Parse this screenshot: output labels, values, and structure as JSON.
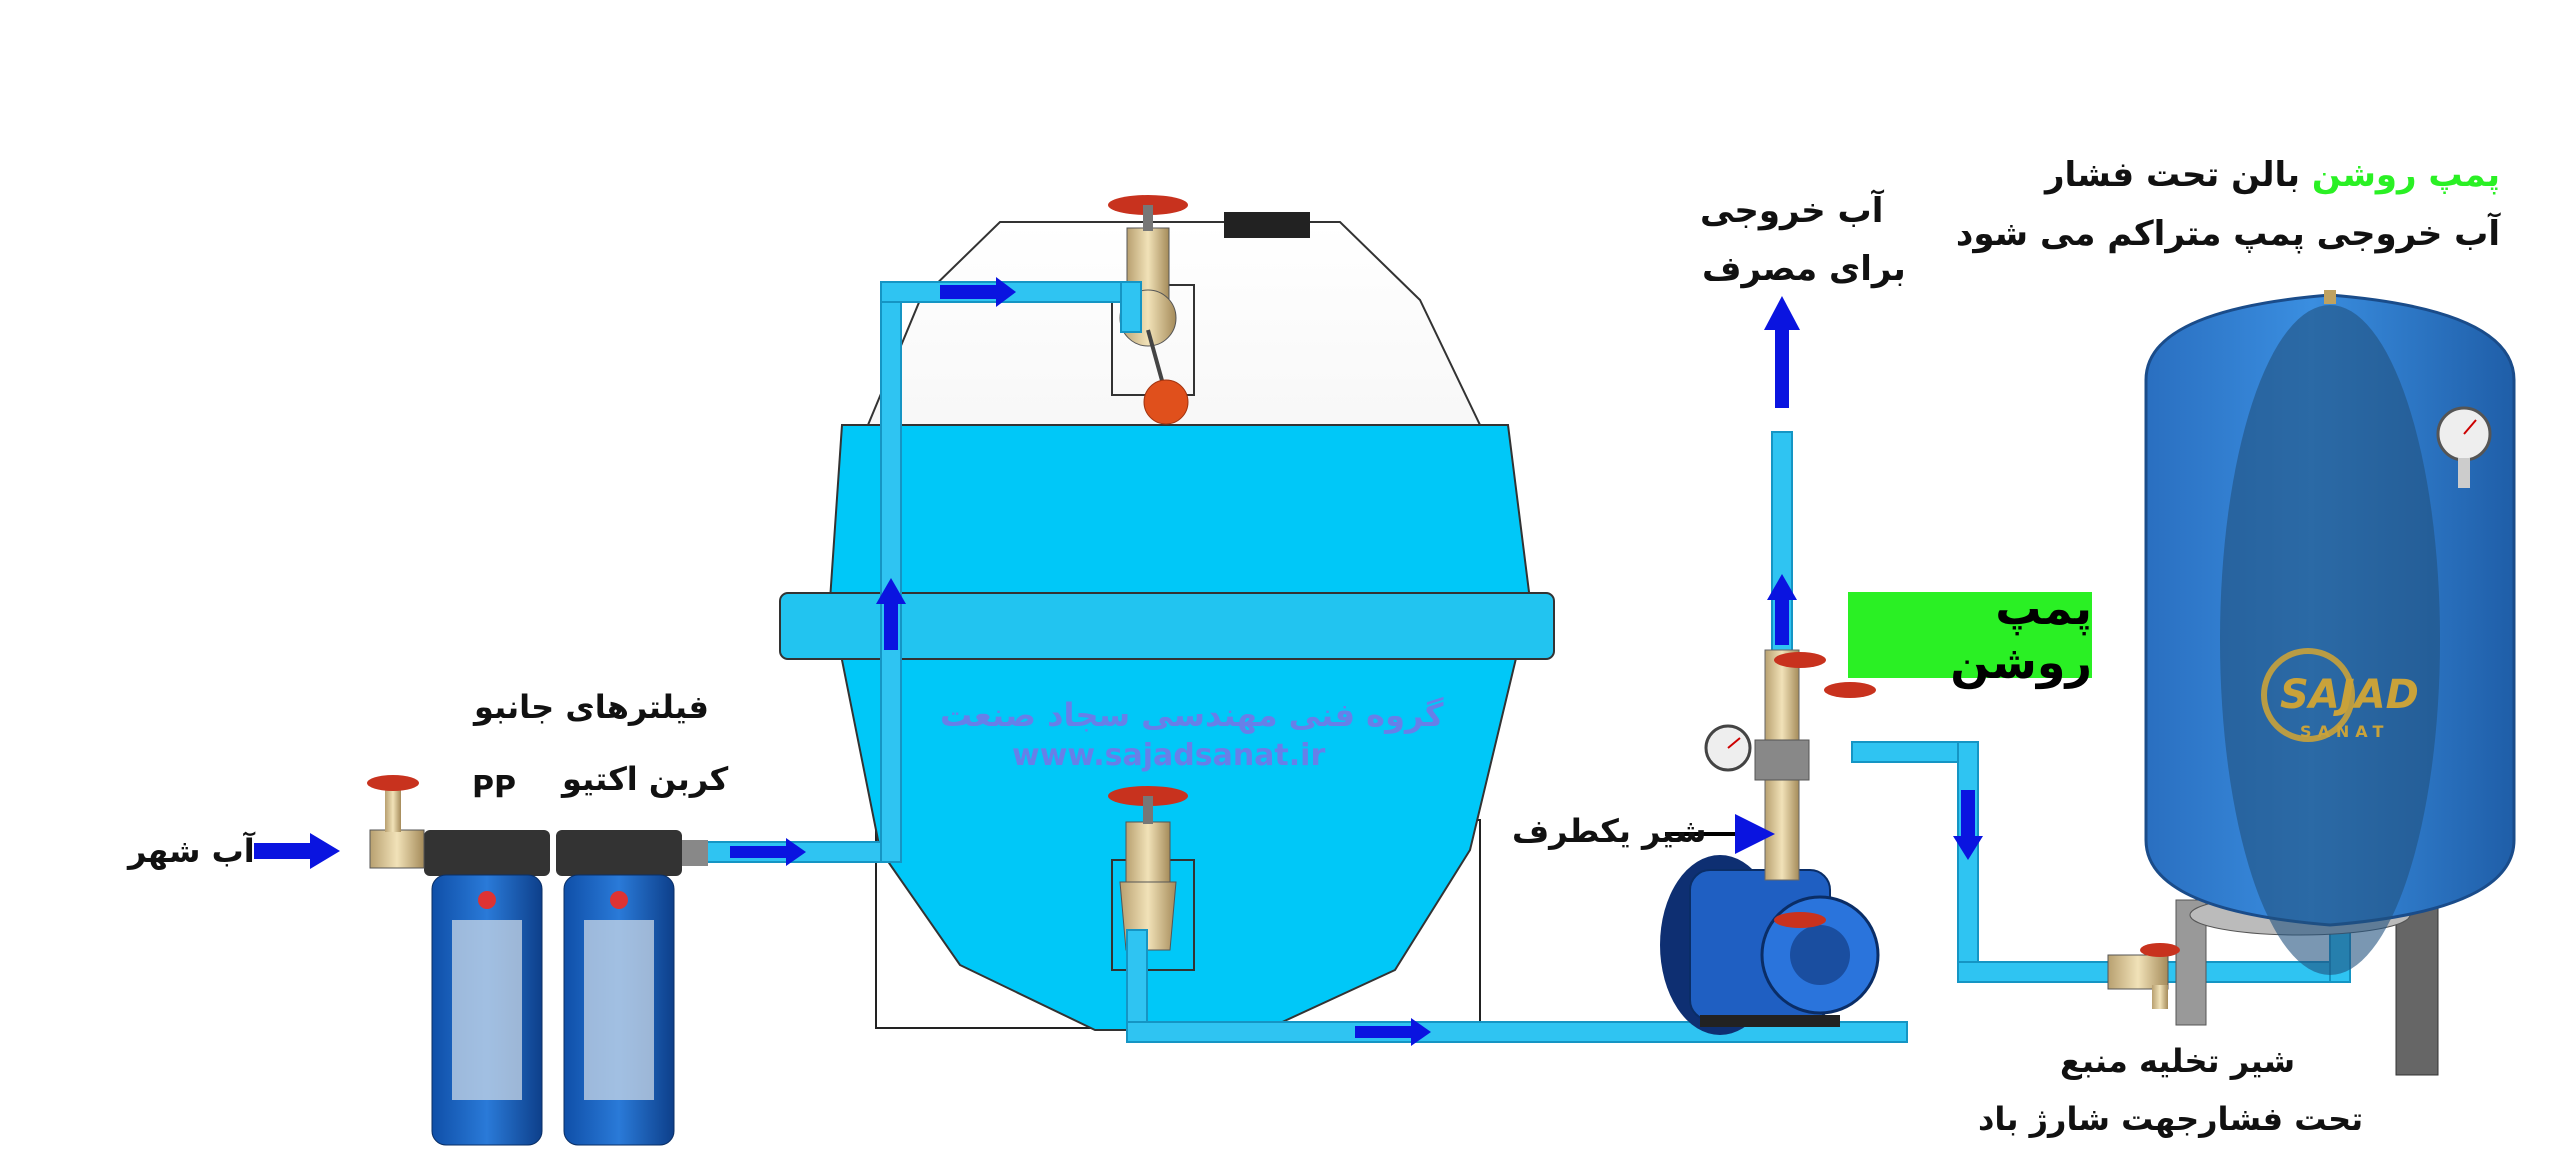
{
  "labels": {
    "top_right_line1_green": "پمپ روشن",
    "top_right_line1_rest": "بالن تحت فشار",
    "top_right_line2": "آب خروجی پمپ متراکم می شود",
    "outlet_line1": "آب خروجی",
    "outlet_line2": "برای مصرف",
    "pump_status": "پمپ روشن",
    "jumbo_filters": "فیلترهای جانبو",
    "filter_pp": "PP",
    "filter_carbon": "کربن اکتیو",
    "city_water": "آب شهر",
    "check_valve": "شیر یکطرف",
    "drain_line1": "شیر تخلیه منبع",
    "drain_line2": "تحت فشارجهت شارژ باد"
  },
  "watermark": {
    "line1": "گروه فنی مهندسی سجاد صنعت",
    "line2": "www.sajadsanat.ir"
  },
  "logo": {
    "text": "SAJAD",
    "sub": "SANAT"
  },
  "colors": {
    "pipe": "#2fc4f2",
    "pipe_edge": "#1595c4",
    "water": "#00c8f8",
    "flow_arrow": "#0a14e0",
    "pump_badge": "#2af024",
    "pressure_tank": "#2f7fd3",
    "watermark": "#7b73e6",
    "valve_handle": "#c8321e"
  },
  "icons": [
    "flow-arrow-icon",
    "gate-valve-icon",
    "float-valve-icon",
    "pressure-gauge-icon",
    "pump-icon",
    "filter-housing-icon"
  ]
}
